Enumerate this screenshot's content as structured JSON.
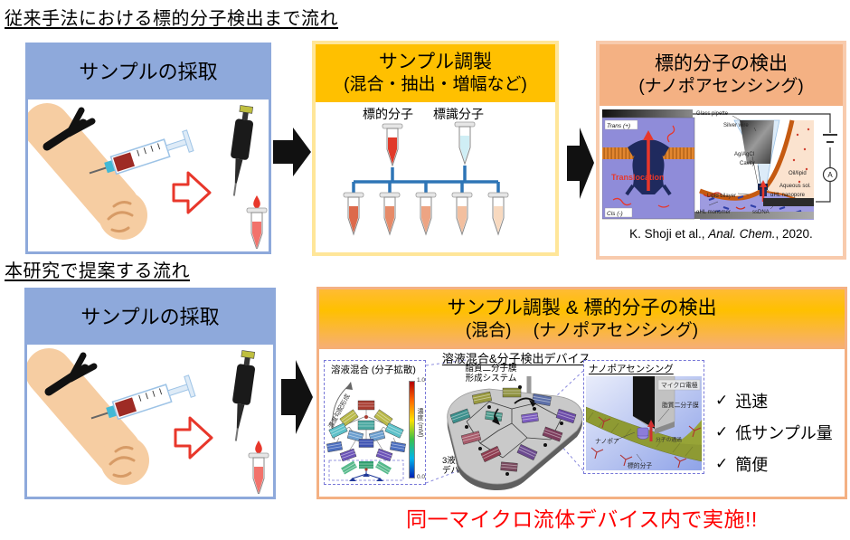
{
  "titles": {
    "conventional": "従来手法における標的分子検出まで流れ",
    "proposed": "本研究で提案する流れ"
  },
  "conventional_flow": {
    "sampling": {
      "header": "サンプルの採取"
    },
    "preparation": {
      "header_line1": "サンプル調製",
      "header_line2": "(混合・抽出・増幅など)",
      "target_label": "標的分子",
      "probe_label": "標識分子"
    },
    "detection": {
      "header_line1": "標的分子の検出",
      "header_line2": "(ナノポアセンシング)",
      "citation_prefix": "K. Shoji et al., ",
      "citation_journal": "Anal. Chem.",
      "citation_suffix": ", 2020.",
      "figure": {
        "trans": "Trans (+)",
        "cis": "Cis (-)",
        "translocation": "Translocation",
        "glass_pipette": "Glass pipette",
        "silver_wire": "Silver wire",
        "ag_agcl": "Ag/AgCl",
        "cavity": "Cavity",
        "oil_lipid": "Oil/lipid",
        "aqueous_sol": "Aqueous sol.",
        "ahl_nanopore": "αHL nanopore",
        "lipid_bilayer": "Lipid bilayer",
        "ahl_monomer": "αHL monomer",
        "ssdna": "ssDNA",
        "ammeter": "A"
      }
    }
  },
  "proposed_flow": {
    "sampling": {
      "header": "サンプルの採取"
    },
    "integrated": {
      "header_line1": "サンプル調製 & 標的分子の検出",
      "header_line2": "(混合)　 (ナノポアセンシング)",
      "device_label": "溶液混合&分子検出デバイス",
      "mixing_inset": {
        "title": "溶液混合 (分子拡散)",
        "rotated_label": "濃度勾配形成",
        "colorbar_max": "1.0",
        "colorbar_min": "0.0",
        "colorbar_label": "濃度 (mM)"
      },
      "device_labels": {
        "lipid_line1": "脂質二分子膜",
        "lipid_line2": "形成システム",
        "mixer_line1": "3液混合流体",
        "mixer_line2": "デバイス"
      },
      "sensing_inset": {
        "title": "ナノポアセンシング",
        "micro_electrode": "マイクロ電極",
        "lipid_bilayer": "脂質二分子膜",
        "nanopore": "ナノポア",
        "passage": "分子の通過",
        "target_molecule": "標的分子"
      },
      "benefits": [
        {
          "check": "✓",
          "label": "迅速"
        },
        {
          "check": "✓",
          "label": "低サンプル量"
        },
        {
          "check": "✓",
          "label": "簡便"
        }
      ]
    }
  },
  "footer": {
    "note": "同一マイクロ流体デバイス内で実施!!"
  },
  "colors": {
    "blue_header": "#8EA9DB",
    "gold_header": "#FFC000",
    "gold_border": "#FFE699",
    "salmon_header": "#F4B183",
    "salmon_border": "#F8CBAD",
    "note_red": "#FF0000"
  }
}
